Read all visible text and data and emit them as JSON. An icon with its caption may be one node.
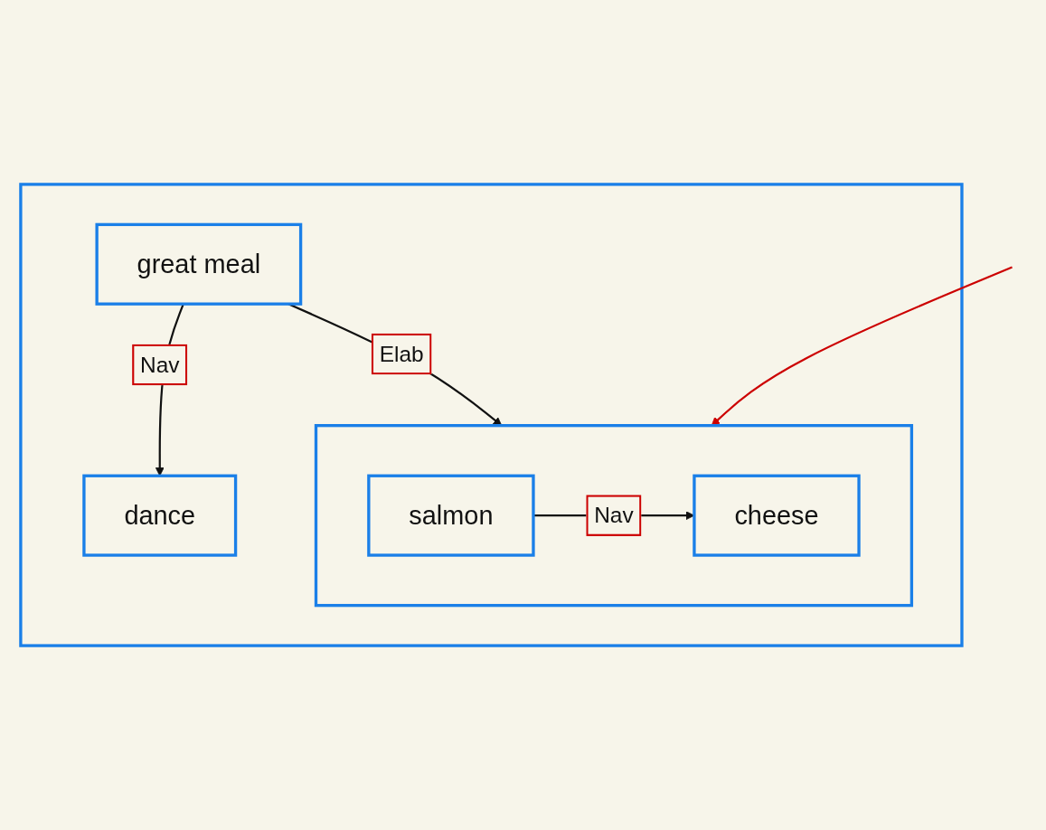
{
  "diagram": {
    "nodes": [
      {
        "text": [],
        "shape": "box"
      },
      {
        "text": [
          "great meal"
        ],
        "in": 0
      },
      {
        "text": [
          "dance"
        ],
        "in": 0
      },
      {
        "text": [],
        "shape": "box",
        "in": 0
      },
      {
        "text": [
          "salmon"
        ],
        "in": 3
      },
      {
        "text": [
          "cheese"
        ],
        "in": 3
      }
    ],
    "edges": [
      {
        "from": 1,
        "to": 2,
        "arrow": "to",
        "label": "Nav"
      },
      {
        "from": 1,
        "to": 3,
        "arrow": "to",
        "label": "Elab"
      },
      {
        "from": 4,
        "to": 5,
        "arrow": "to",
        "label": "Nav"
      },
      {
        "from": null,
        "to": 3,
        "arrow": "to",
        "color": "#cc0000"
      }
    ]
  }
}
